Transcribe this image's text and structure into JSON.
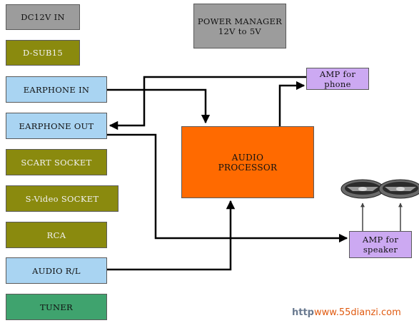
{
  "inputs": {
    "dc12v": "DC12V IN",
    "dsub15": "D-SUB15",
    "earphone_in": "EARPHONE IN",
    "earphone_out": "EARPHONE OUT",
    "scart": "SCART SOCKET",
    "svideo": "S-Video SOCKET",
    "rca": "RCA",
    "audio_rl": "AUDIO R/L",
    "tuner": "TUNER"
  },
  "power_manager": "POWER MANAGER\n12V to 5V",
  "audio_processor": "AUDIO\nPROCESSOR",
  "amp_phone": "AMP for\nphone",
  "amp_speaker": "AMP for\nspeaker",
  "watermark": {
    "prefix": "http",
    "site": "www.55dianzi.com"
  },
  "colors": {
    "gray": "#9c9c9c",
    "olive": "#8a8a0e",
    "blue": "#a9d4f2",
    "green": "#3fa36e",
    "purple": "#cca9f2",
    "orange": "#ff6a00",
    "wire": "#000000"
  }
}
